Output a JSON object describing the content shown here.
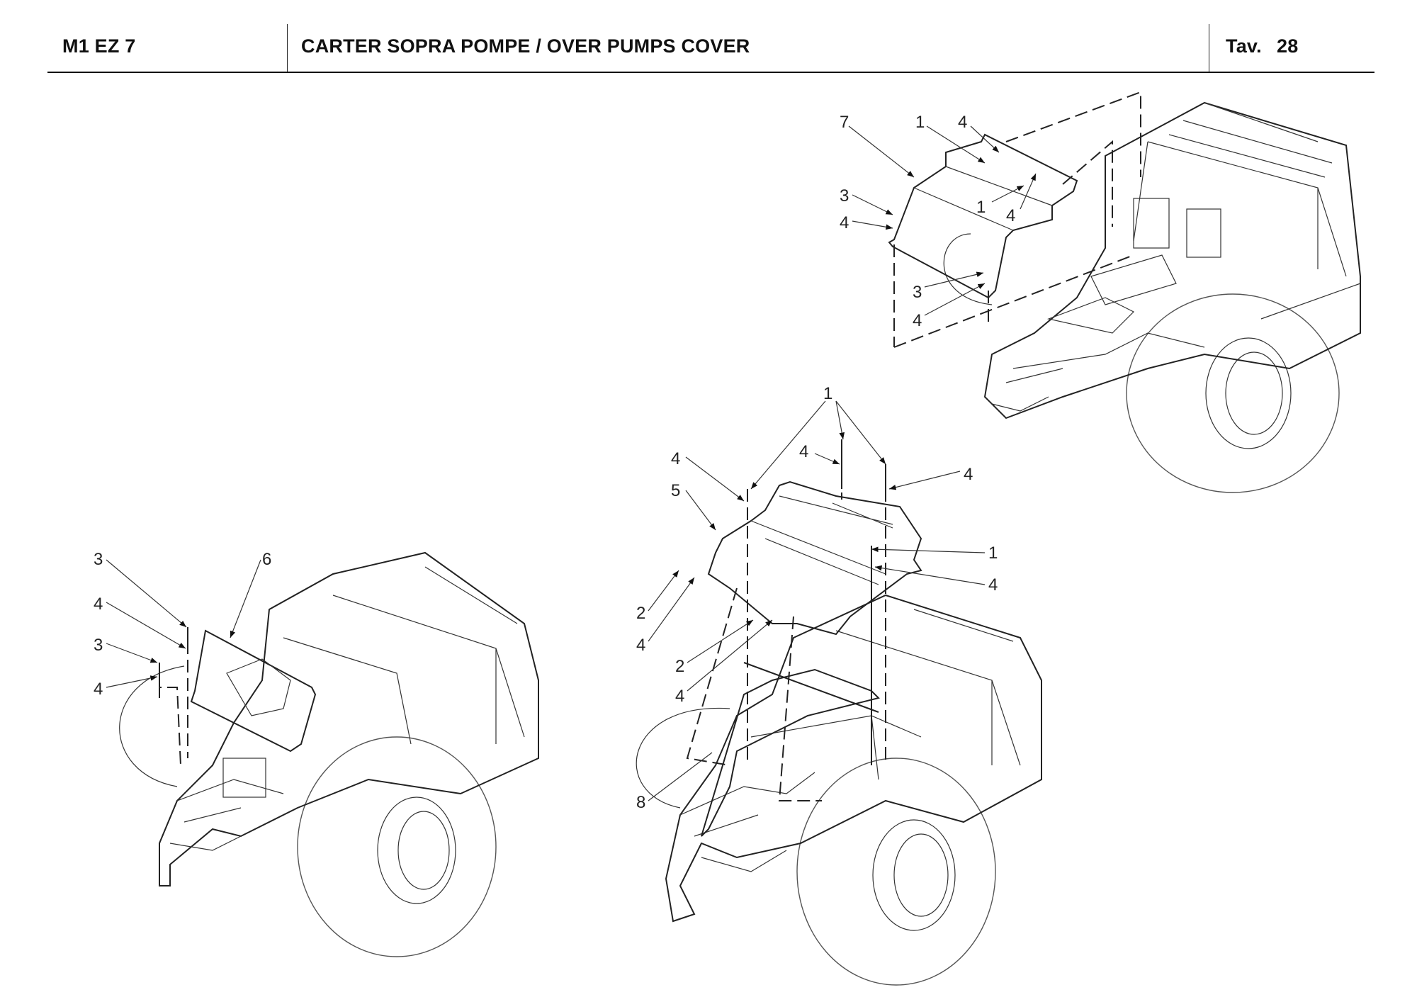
{
  "header": {
    "code": "M1 EZ 7",
    "title": "CARTER SOPRA POMPE / OVER PUMPS COVER",
    "table_label": "Tav.",
    "table_number": "28"
  },
  "views": {
    "top_right": {
      "callouts": [
        "7",
        "1",
        "4",
        "1",
        "4",
        "3",
        "4",
        "3",
        "4"
      ]
    },
    "center": {
      "callouts": [
        "1",
        "4",
        "4",
        "4",
        "5",
        "1",
        "4",
        "2",
        "4",
        "2",
        "4",
        "8"
      ]
    },
    "left": {
      "callouts": [
        "3",
        "6",
        "4",
        "3",
        "4"
      ]
    }
  }
}
